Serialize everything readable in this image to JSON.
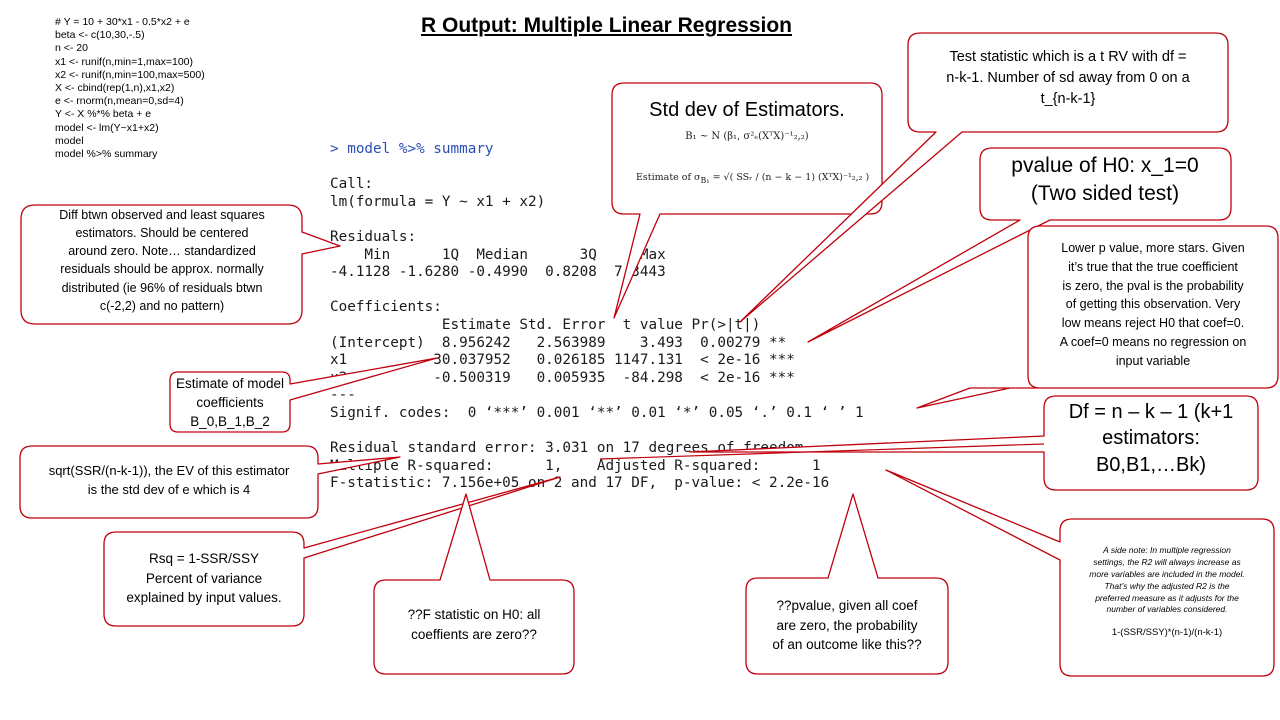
{
  "title": "R Output: Multiple Linear Regression",
  "code_lines": [
    "# Y = 10 + 30*x1 - 0.5*x2 + e",
    "beta <- c(10,30,-.5)",
    "n <- 20",
    "x1 <- runif(n,min=1,max=100)",
    "x2 <- runif(n,min=100,max=500)",
    "X <- cbind(rep(1,n),x1,x2)",
    "e <- rnorm(n,mean=0,sd=4)",
    "Y <- X %*% beta + e",
    "model <- lm(Y~x1+x2)",
    "model",
    "model %>% summary"
  ],
  "r_output": {
    "command": "> model %>% summary",
    "lines": [
      "",
      "Call:",
      "lm(formula = Y ~ x1 + x2)",
      "",
      "Residuals:",
      "    Min      1Q  Median      3Q     Max",
      "-4.1128 -1.6280 -0.4990  0.8208  7.3443",
      "",
      "Coefficients:",
      "             Estimate Std. Error  t value Pr(>|t|)",
      "(Intercept)  8.956242   2.563989    3.493  0.00279 **",
      "x1          30.037952   0.026185 1147.131  < 2e-16 ***",
      "x2          -0.500319   0.005935  -84.298  < 2e-16 ***",
      "---",
      "Signif. codes:  0 ‘***’ 0.001 ‘**’ 0.01 ‘*’ 0.05 ‘.’ 0.1 ‘ ’ 1",
      "",
      "Residual standard error: 3.031 on 17 degrees of freedom",
      "Multiple R-squared:      1,    Adjusted R-squared:      1",
      "F-statistic: 7.156e+05 on 2 and 17 DF,  p-value: < 2.2e-16"
    ]
  },
  "callouts": {
    "residuals": [
      "Diff btwn observed and least squares",
      "estimators. Should be centered",
      "around zero. Note… standardized",
      "residuals should be approx. normally",
      "distributed (ie 96% of residuals btwn",
      "c(-2,2) and no pattern)"
    ],
    "coefficients": [
      "Estimate of model",
      "coefficients",
      "B_0,B_1,B_2"
    ],
    "rse": [
      "sqrt(SSR/(n-k-1)), the EV of this estimator",
      "is the std dev of e which is 4"
    ],
    "rsq": [
      "Rsq = 1-SSR/SSY",
      "Percent of variance",
      "explained by input values."
    ],
    "fstat": [
      "??F statistic on H0: all",
      "coeffients are zero??"
    ],
    "pvalue_f": [
      "??pvalue, given all coef",
      "are zero, the probability",
      "of an outcome like this??"
    ],
    "std_dev": {
      "heading": "Std dev of Estimators.",
      "formula_1": "B₁ ~ N (β₁, σ²ₑ(XᵀX)⁻¹₂,₂)",
      "formula_2_label": "Estimate of σ",
      "formula_2_sub": "B₁",
      "formula_2_rhs": "= √( SSᵣ / (n − k − 1) (XᵀX)⁻¹₂,₂ )"
    },
    "tstat": [
      "Test statistic which is a t RV with df =",
      "n-k-1. Number of sd away from 0 on a",
      "t_{n-k-1}"
    ],
    "pvalue": [
      "pvalue of H0: x_1=0",
      "(Two sided test)"
    ],
    "stars": [
      "Lower p value, more  stars. Given",
      "it’s true that the true coefficient",
      "is zero, the pval is the probability",
      "of getting this observation. Very",
      "low means reject H0 that coef=0.",
      "A coef=0 means no regression on",
      "input variable"
    ],
    "df": [
      "Df = n – k – 1 (k+1",
      "estimators:",
      "B0,B1,…Bk)"
    ],
    "side_note": {
      "lines": [
        "A side note: In multiple regression",
        "settings, the R2 will always increase as",
        "more variables are included in the model.",
        "That’s why the adjusted R2 is the",
        "preferred measure as it adjusts for the",
        "number of variables considered."
      ],
      "formula": "1-(SSR/SSY)*(n-1)/(n-k-1)"
    }
  },
  "colors": {
    "callout_border": "#c0000c",
    "command_text": "#2a4fb5"
  }
}
